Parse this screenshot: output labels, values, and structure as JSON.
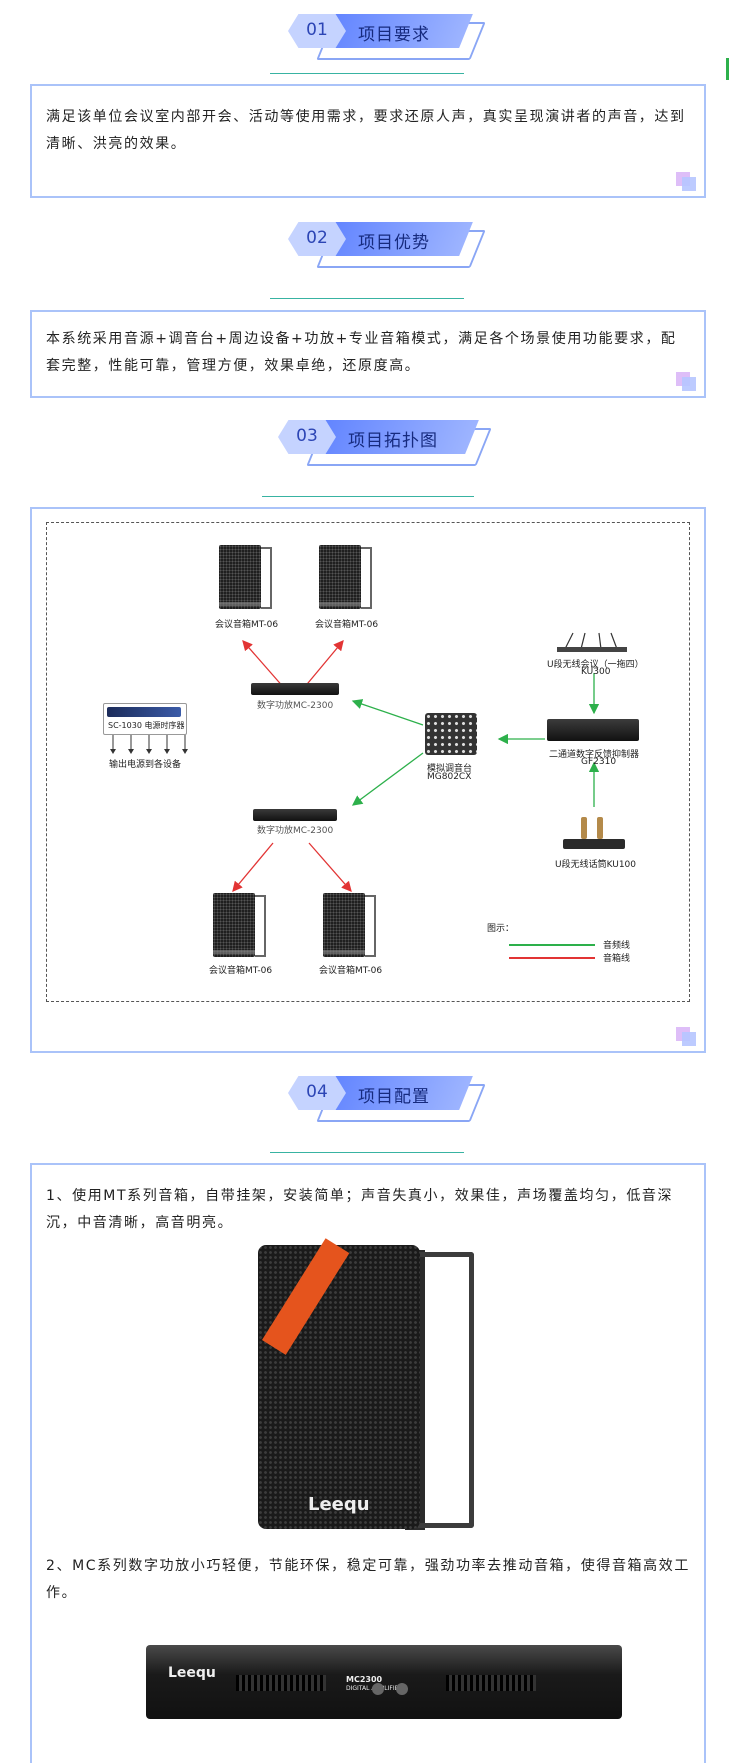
{
  "sections": [
    {
      "num": "01",
      "title": "项目要求"
    },
    {
      "num": "02",
      "title": "项目优势"
    },
    {
      "num": "03",
      "title": "项目拓扑图"
    },
    {
      "num": "04",
      "title": "项目配置"
    }
  ],
  "s1_text": "满足该单位会议室内部开会、活动等使用需求，要求还原人声，真实呈现演讲者的声音，达到清晰、洪亮的效果。",
  "s2_text": "本系统采用音源+调音台+周边设备+功放+专业音箱模式，满足各个场景使用功能要求，配套完整，性能可靠，管理方便，效果卓绝，还原度高。",
  "diagram": {
    "speaker_label": "会议音箱MT-06",
    "amp_label": "数字功放MC-2300",
    "sequencer_name": "SC-1030 电源时序器",
    "sequencer_note": "输出电源到各设备",
    "mixer_name": "模拟调音台",
    "mixer_model": "MG802CX",
    "conf_name": "U段无线会议（一拖四）",
    "conf_model": "KU300",
    "feedback_name": "二通道数字反馈抑制器",
    "feedback_model": "GF2310",
    "mic_name": "U段无线话筒KU100",
    "legend_title": "图示：",
    "legend_audio": "音频线",
    "legend_speaker": "音箱线",
    "colors": {
      "audio": "#2db04b",
      "speaker": "#e23434"
    }
  },
  "config": {
    "item1": "1、使用MT系列音箱，自带挂架，安装简单；声音失真小，效果佳，声场覆盖均匀，低音深沉，中音清晰，高音明亮。",
    "item2": "2、MC系列数字功放小巧轻便，节能环保，稳定可靠，强劲功率去推动音箱，使得音箱高效工作。",
    "brand": "Leequ",
    "amp_model": "MC2300",
    "amp_sub": "DIGITAL AMPLIFIER"
  }
}
